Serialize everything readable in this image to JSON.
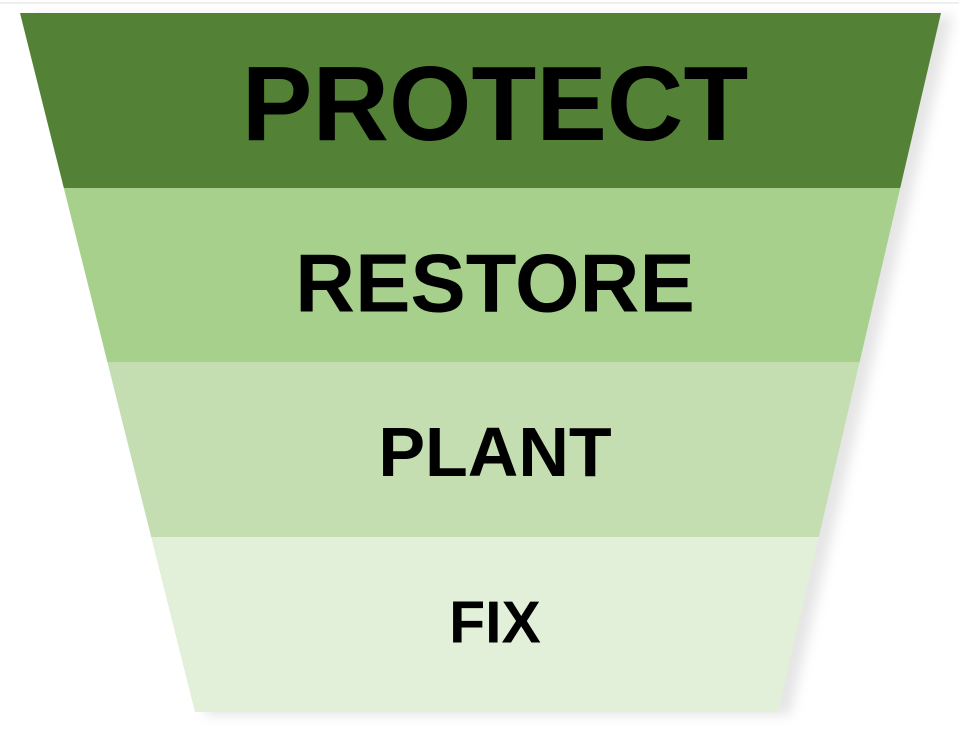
{
  "page": {
    "background": "#ffffff",
    "top_edge_line_color": "#eeeeee"
  },
  "funnel": {
    "type": "inverted-funnel-diagram",
    "text_color": "#000000",
    "levels": [
      {
        "label": "PROTECT",
        "color": "#538135"
      },
      {
        "label": "RESTORE",
        "color": "#a7d08d"
      },
      {
        "label": "PLANT",
        "color": "#c4deb2"
      },
      {
        "label": "FIX",
        "color": "#e2efd9"
      }
    ]
  }
}
